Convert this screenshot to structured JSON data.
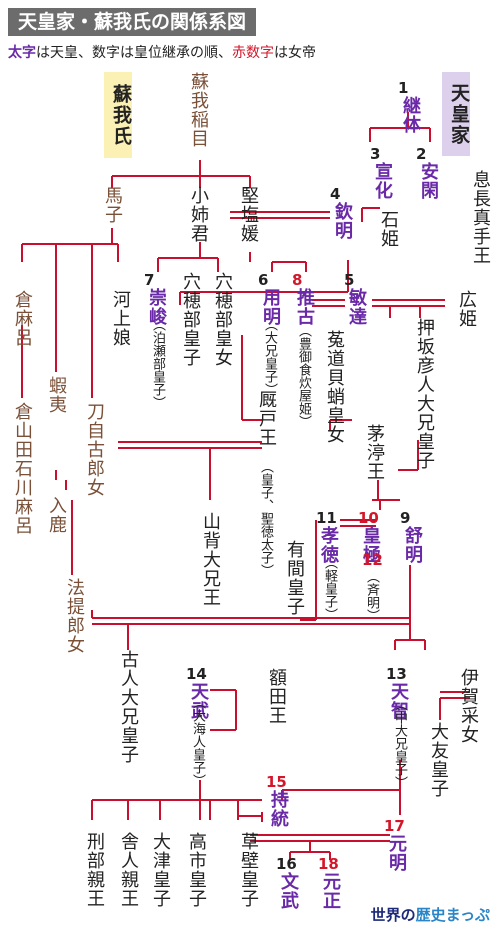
{
  "title": "天皇家・蘇我氏の関係系図",
  "legend": {
    "bold_label": "太字",
    "part1": "は天皇、数字は皇位継承の順、",
    "red_label": "赤数字",
    "part2": "は女帝"
  },
  "clans": {
    "soga": "蘇我氏",
    "tenno": "天皇家"
  },
  "people": [
    {
      "key": "keitai",
      "name": "継体",
      "num": "1",
      "emperor": true
    },
    {
      "key": "senka",
      "name": "宣化",
      "num": "3",
      "emperor": true
    },
    {
      "key": "ankan",
      "name": "安閑",
      "num": "2",
      "emperor": true
    },
    {
      "key": "okinaga",
      "name": "息長真手王"
    },
    {
      "key": "iname",
      "name": "蘇我稲目",
      "soga": true
    },
    {
      "key": "ishihime",
      "name": "石姫"
    },
    {
      "key": "kinmei",
      "name": "欽明",
      "num": "4",
      "emperor": true
    },
    {
      "key": "umako",
      "name": "馬子",
      "soga": true
    },
    {
      "key": "oane",
      "name": "小姉君"
    },
    {
      "key": "kitashi",
      "name": "堅塩媛"
    },
    {
      "key": "kuramaro",
      "name": "倉麻呂",
      "soga": true
    },
    {
      "key": "kawakami",
      "name": "河上娘"
    },
    {
      "key": "sushun",
      "name": "崇峻",
      "num": "7",
      "emperor": true
    },
    {
      "key": "anahobe",
      "name": "穴穂部皇子"
    },
    {
      "key": "anahobe_jo",
      "name": "穴穂部皇女"
    },
    {
      "key": "yomei",
      "name": "用明",
      "num": "6",
      "emperor": true
    },
    {
      "key": "suiko",
      "name": "推古",
      "num": "8",
      "red": true,
      "emperor": true
    },
    {
      "key": "bidatsu",
      "name": "敏達",
      "num": "5",
      "emperor": true
    },
    {
      "key": "hirohime",
      "name": "広姫"
    },
    {
      "key": "oshisaka",
      "name": "押坂彦人大兄皇子"
    },
    {
      "key": "hatsusebe",
      "name": "泊瀬部皇子",
      "sub": true
    },
    {
      "key": "oe_y",
      "name": "大兄皇子",
      "sub": true
    },
    {
      "key": "toyomike",
      "name": "豊御食炊屋姫",
      "sub": true
    },
    {
      "key": "emishi",
      "name": "蝦夷",
      "soga": true
    },
    {
      "key": "kurayamada",
      "name": "倉山田石川麻呂",
      "soga": true
    },
    {
      "key": "tojiko",
      "name": "刀自古郎女",
      "soga": true
    },
    {
      "key": "umayado",
      "name": "厩戸王"
    },
    {
      "key": "umayado_s",
      "name": "皇子、聖徳太子",
      "sub": true
    },
    {
      "key": "ujinokaitako",
      "name": "菟道貝蛸皇女"
    },
    {
      "key": "iruka",
      "name": "入鹿",
      "soga": true
    },
    {
      "key": "yamashiro",
      "name": "山背大兄王"
    },
    {
      "key": "chinu",
      "name": "茅渟王"
    },
    {
      "key": "kotoku",
      "name": "孝徳",
      "num": "11",
      "emperor": true
    },
    {
      "key": "karu",
      "name": "軽皇子",
      "sub": true
    },
    {
      "key": "kogyoku",
      "name": "皇極",
      "num": "10",
      "red": true,
      "emperor": true
    },
    {
      "key": "saimei",
      "name": "斉明",
      "num": "12",
      "red": true,
      "sub": true
    },
    {
      "key": "jomei",
      "name": "舒明",
      "num": "9",
      "emperor": true
    },
    {
      "key": "arima",
      "name": "有間皇子"
    },
    {
      "key": "hote",
      "name": "法提郎女",
      "soga": true
    },
    {
      "key": "furuhito",
      "name": "古人大兄皇子"
    },
    {
      "key": "tenmu",
      "name": "天武",
      "num": "14",
      "emperor": true
    },
    {
      "key": "oama",
      "name": "大海人皇子",
      "sub": true
    },
    {
      "key": "nukata",
      "name": "額田王"
    },
    {
      "key": "tenji",
      "name": "天智",
      "num": "13",
      "emperor": true
    },
    {
      "key": "nakano",
      "name": "中大兄皇子",
      "sub": true
    },
    {
      "key": "iga",
      "name": "伊賀采女"
    },
    {
      "key": "otomo",
      "name": "大友皇子"
    },
    {
      "key": "jito",
      "name": "持統",
      "num": "15",
      "red": true,
      "emperor": true
    },
    {
      "key": "kusakabe",
      "name": "草壁皇子"
    },
    {
      "key": "genmei",
      "name": "元明",
      "num": "17",
      "red": true,
      "emperor": true
    },
    {
      "key": "osakabe",
      "name": "刑部親王"
    },
    {
      "key": "toneri",
      "name": "舎人親王"
    },
    {
      "key": "otsu",
      "name": "大津皇子"
    },
    {
      "key": "takechi",
      "name": "高市皇子"
    },
    {
      "key": "monmu",
      "name": "文武",
      "num": "16",
      "emperor": true
    },
    {
      "key": "gensho",
      "name": "元正",
      "num": "18",
      "red": true,
      "emperor": true
    }
  ],
  "brand": {
    "part1": "世界の",
    "part2": "歴史まっぷ"
  }
}
